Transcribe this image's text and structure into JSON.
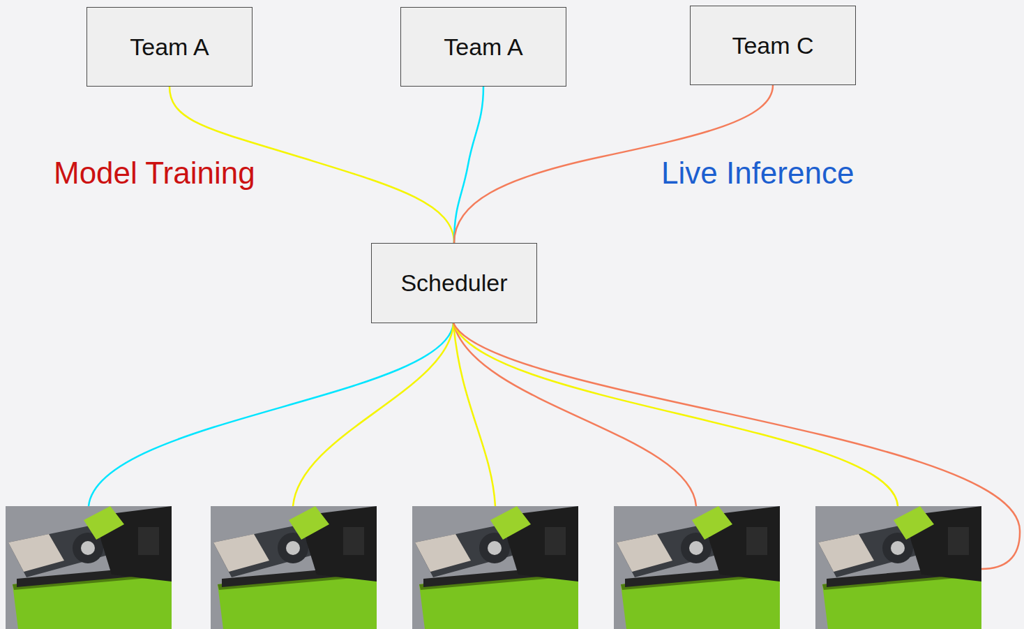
{
  "diagram": {
    "nodes": [
      {
        "text": [
          "Team A"
        ]
      },
      {
        "text": [
          "Team A"
        ]
      },
      {
        "text": [
          "Team C"
        ]
      },
      {
        "text": [
          "Scheduler"
        ]
      }
    ],
    "edges": [
      {
        "from": 0,
        "to": 3,
        "arrow": "none"
      },
      {
        "from": 1,
        "to": 3,
        "arrow": "none"
      },
      {
        "from": 2,
        "to": 3,
        "arrow": "none"
      }
    ],
    "labels": [
      "Model Training",
      "Live Inference"
    ]
  }
}
